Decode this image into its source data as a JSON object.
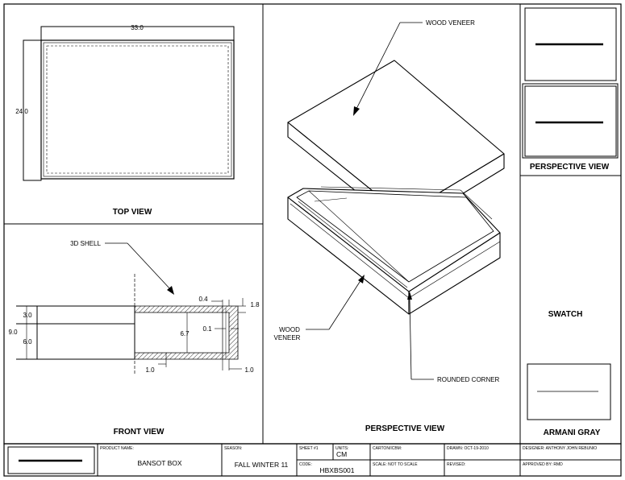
{
  "views": {
    "top": "TOP VIEW",
    "front": "FRONT VIEW",
    "perspective": "PERSPECTIVE VIEW",
    "right_perspective": "PERSPECTIVE VIEW",
    "swatch": "SWATCH",
    "swatch_color": "ARMANI GRAY"
  },
  "dimensions": {
    "width": "33.0",
    "depth": "24.0",
    "height_total": "9.0",
    "height_lid": "3.0",
    "height_base": "6.0",
    "wall_top": "0.4",
    "wall_right": "1.8",
    "inner_height": "6.7",
    "gap": "0.1",
    "bottom_thickness": "1.0",
    "right_thickness": "1.0"
  },
  "callouts": {
    "shell": "3D SHELL",
    "veneer_top": "WOOD VENEER",
    "veneer_side_1": "WOOD",
    "veneer_side_2": "VENEER",
    "rounded_corner": "ROUNDED CORNER"
  },
  "title_block": {
    "product_name_label": "PRODUCT NAME:",
    "product_name": "BANSOT BOX",
    "season_label": "SEASON:",
    "season": "FALL WINTER 11",
    "sheet_label": "SHEET #1",
    "units_label": "UNITS:",
    "units": "CM",
    "code_label": "CODE:",
    "code": "HBXBS001",
    "carton_label": "CARTON/ICBM:",
    "scale_label": "SCALE: NOT TO SCALE",
    "drawn_label": "DRAWN: OCT-19-2010",
    "revised_label": "REVISED:",
    "designer_label": "DESIGNER: ANTHONY JOHN REBUNIO",
    "approved_label": "APPROVED BY: RMD"
  }
}
